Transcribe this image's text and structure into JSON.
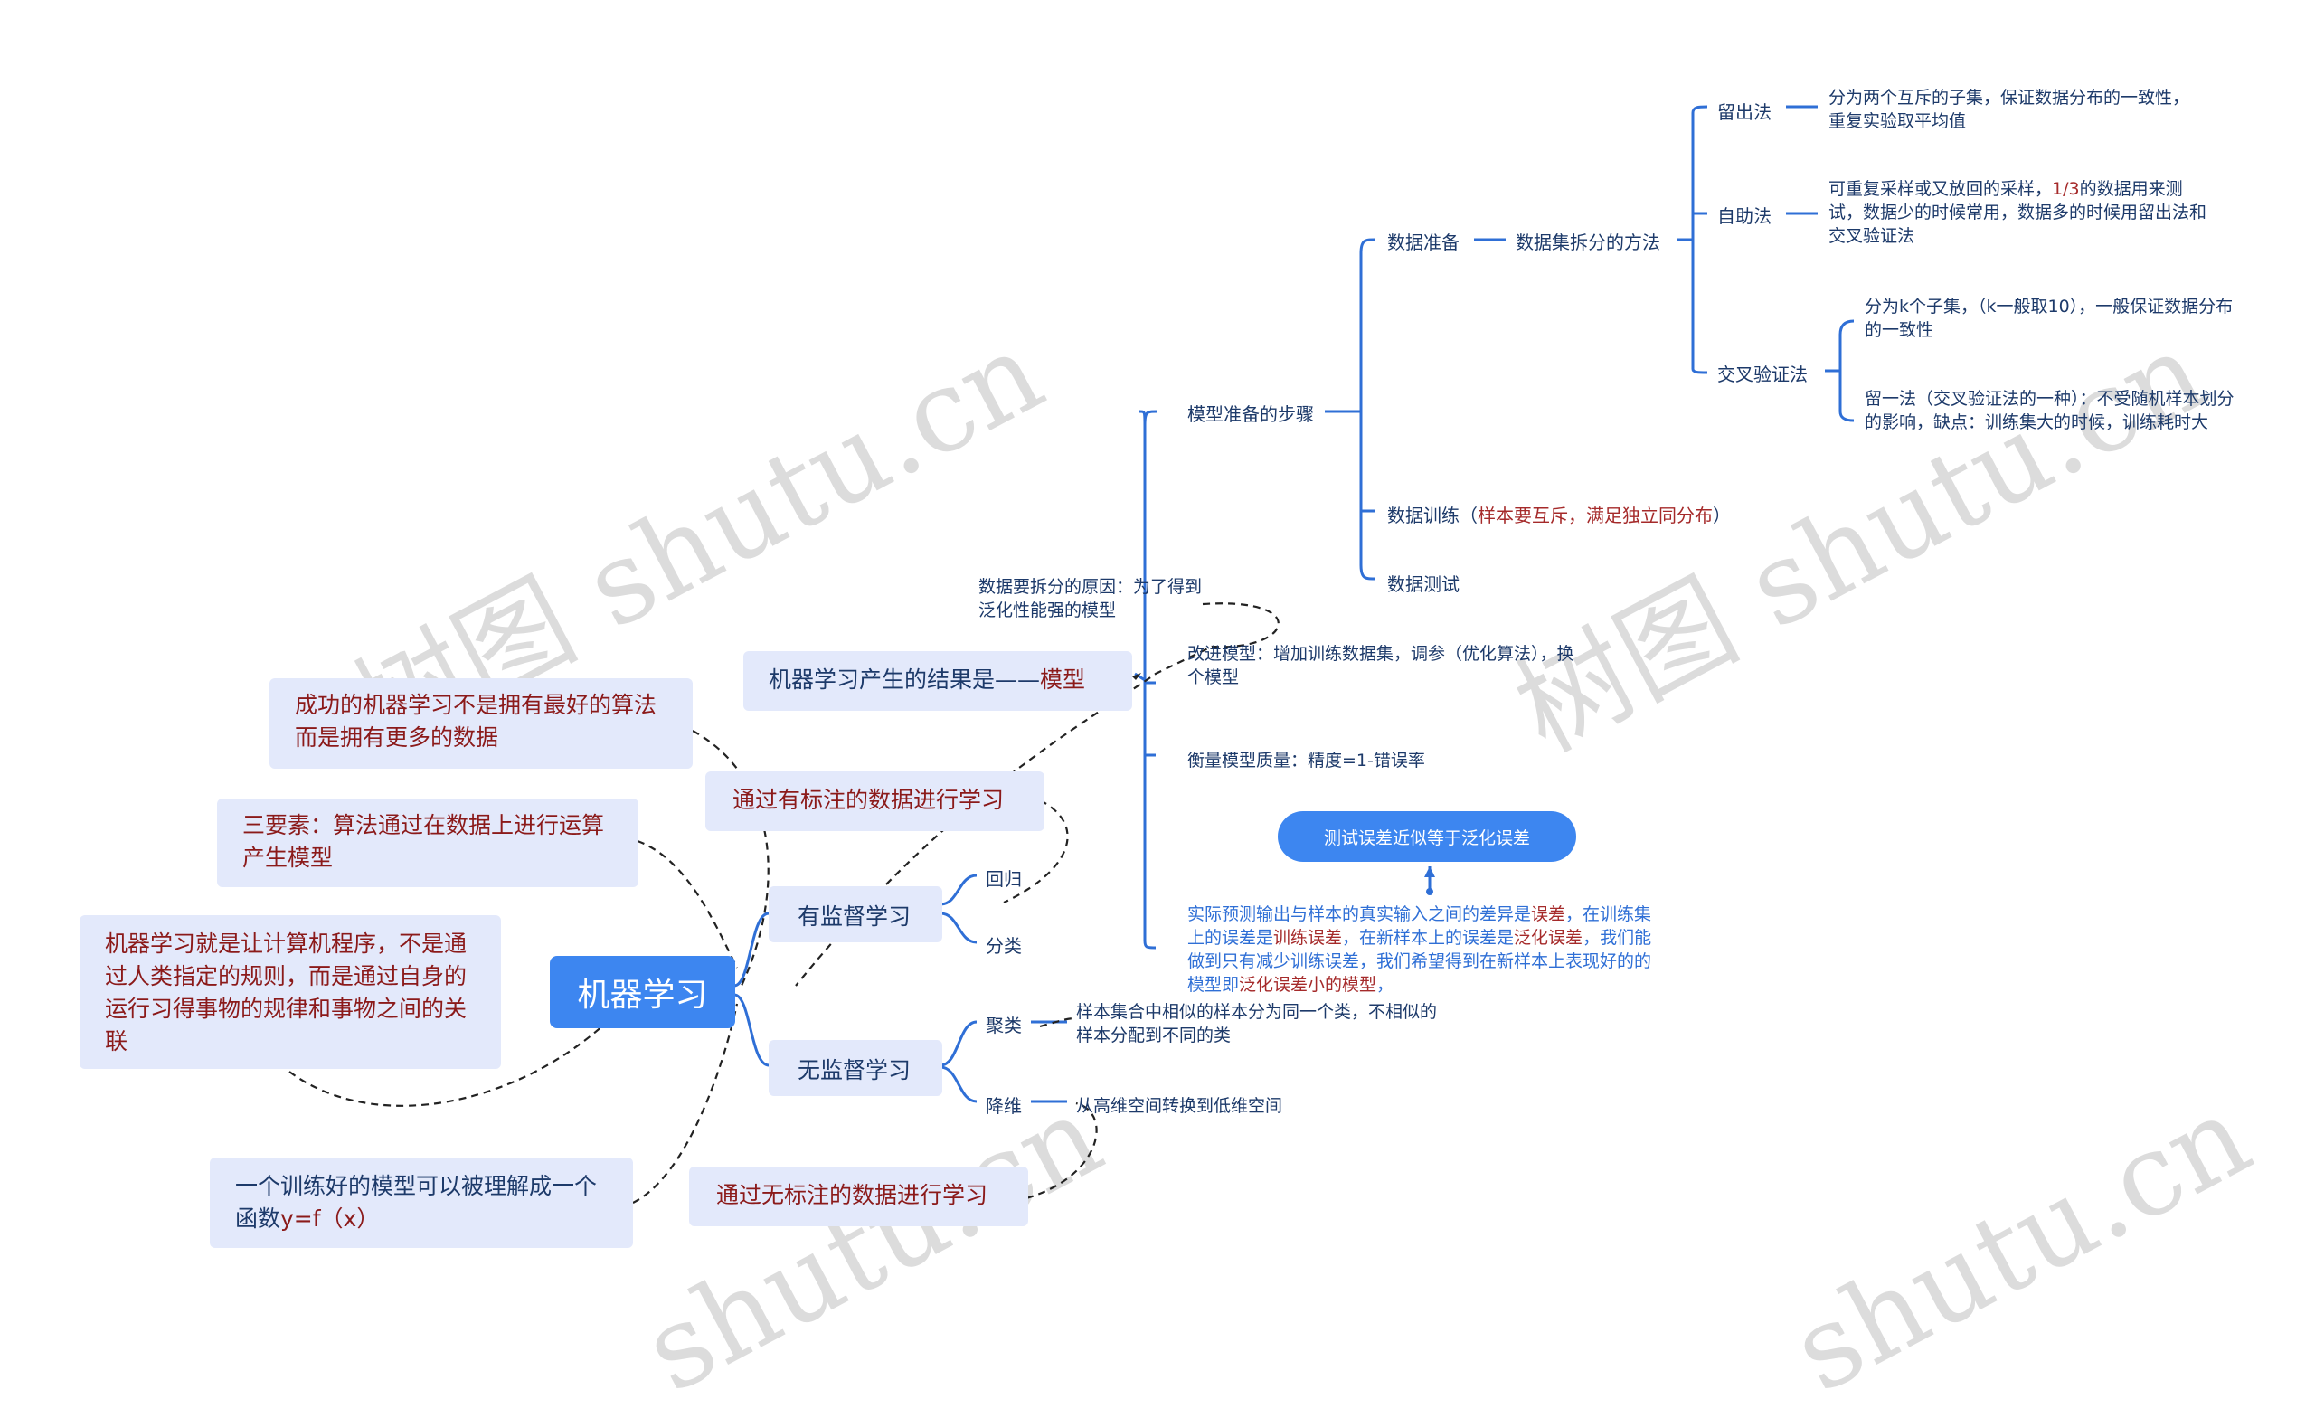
{
  "root": {
    "label": "机器学习"
  },
  "left_notes": [
    {
      "text": "成功的机器学习不是拥有最好的算法而是拥有更多的数据"
    },
    {
      "text": "三要素：算法通过在数据上进行运算产生模型"
    },
    {
      "text": "机器学习就是让计算机程序，不是通过人类指定的规则，而是通过自身的运行习得事物的规律和事物之间的关联"
    },
    {
      "text_a": "一个训练好的模型可以被理解成一个函数",
      "text_b": "y=f（x）"
    }
  ],
  "result_node": {
    "text": "机器学习产生的结果是——",
    "highlight": "模型"
  },
  "supervised_note": {
    "text": "通过有标注的数据进行学习"
  },
  "unsupervised_note": {
    "text": "通过无标注的数据进行学习"
  },
  "supervised": {
    "label": "有监督学习",
    "children": [
      "回归",
      "分类"
    ]
  },
  "unsupervised": {
    "label": "无监督学习",
    "clustering": {
      "label": "聚类",
      "desc": "样本集合中相似的样本分为同一个类，不相似的样本分配到不同的类"
    },
    "dim_reduction": {
      "label": "降维",
      "desc": "从高维空间转换到低维空间"
    }
  },
  "split_reason": "数据要拆分的原因：为了得到泛化性能强的模型",
  "model_steps": {
    "label": "模型准备的步骤",
    "data_prep": {
      "label": "数据准备",
      "split_methods": {
        "label": "数据集拆分的方法",
        "holdout": {
          "label": "留出法",
          "desc": "分为两个互斥的子集，保证数据分布的一致性，重复实验取平均值"
        },
        "bootstrap": {
          "label": "自助法",
          "desc_a": "可重复采样或又放回的采样，",
          "desc_b": "1/3",
          "desc_c": "的数据用来测试，数据少的时候常用，数据多的时候用留出法和交叉验证法"
        },
        "cross_val": {
          "label": "交叉验证法",
          "items": [
            "分为k个子集，（k一般取10），一般保证数据分布的一致性",
            "留一法（交叉验证法的一种）：不受随机样本划分的影响，缺点：训练集大的时候，训练耗时大"
          ]
        }
      }
    },
    "data_train": {
      "label": "数据训练（",
      "red": "样本要互斥，满足独立同分布",
      "tail": "）"
    },
    "data_test": {
      "label": "数据测试"
    }
  },
  "improve_model": "改进模型：增加训练数据集，调参（优化算法），换个模型",
  "measure_quality": "衡量模型质量：精度=1-错误率",
  "test_error_pill": "测试误差近似等于泛化误差",
  "error_note": {
    "p1": "实际预测输出与样本的真实输入之间的差异是",
    "h1": "误差",
    "p2": "，在训练集上的误差是",
    "h2": "训练误差",
    "p3": "，在新样本上的误差是",
    "h3": "泛化误差",
    "p4": "，我们能做到只有减少训练误差，我们希望得到在新样本上表现好的的模型即",
    "h4": "泛化误差小的模型",
    "p5": "，"
  },
  "watermarks": [
    "树图 shutu.cn",
    "树图 shutu.cn",
    "shutu.cn",
    "shutu.cn"
  ],
  "colors": {
    "root": "#3d86f0",
    "node_bg": "#e3e9fb",
    "branch_line": "#2f6fd6",
    "note_red": "#a52a2a",
    "dashed": "#222222"
  }
}
